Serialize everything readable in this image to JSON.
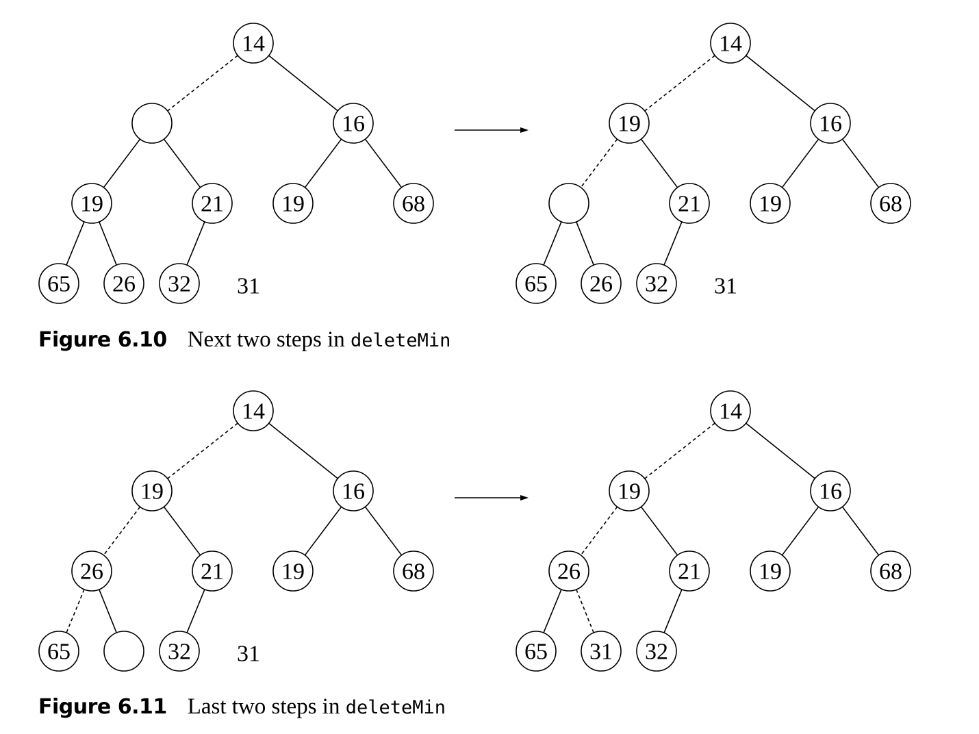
{
  "figures": [
    {
      "caption_number": "Figure 6.10",
      "caption_text": "Next two steps in ",
      "caption_code": "deleteMin",
      "panels": [
        {
          "nodes": [
            {
              "id": "root",
              "label": "14"
            },
            {
              "id": "l",
              "label": ""
            },
            {
              "id": "r",
              "label": "16"
            },
            {
              "id": "ll",
              "label": "19"
            },
            {
              "id": "lr",
              "label": "21"
            },
            {
              "id": "rl",
              "label": "19"
            },
            {
              "id": "rr",
              "label": "68"
            },
            {
              "id": "lll",
              "label": "65"
            },
            {
              "id": "llr",
              "label": "26"
            },
            {
              "id": "lrl",
              "label": "32"
            }
          ],
          "edges": [
            {
              "from": "root",
              "to": "l",
              "style": "dashed"
            },
            {
              "from": "root",
              "to": "r",
              "style": "solid"
            },
            {
              "from": "l",
              "to": "ll",
              "style": "solid"
            },
            {
              "from": "l",
              "to": "lr",
              "style": "solid"
            },
            {
              "from": "r",
              "to": "rl",
              "style": "solid"
            },
            {
              "from": "r",
              "to": "rr",
              "style": "solid"
            },
            {
              "from": "ll",
              "to": "lll",
              "style": "solid"
            },
            {
              "from": "ll",
              "to": "llr",
              "style": "solid"
            },
            {
              "from": "lr",
              "to": "lrl",
              "style": "solid"
            }
          ],
          "pending_value": "31"
        },
        {
          "nodes": [
            {
              "id": "root",
              "label": "14"
            },
            {
              "id": "l",
              "label": "19"
            },
            {
              "id": "r",
              "label": "16"
            },
            {
              "id": "ll",
              "label": ""
            },
            {
              "id": "lr",
              "label": "21"
            },
            {
              "id": "rl",
              "label": "19"
            },
            {
              "id": "rr",
              "label": "68"
            },
            {
              "id": "lll",
              "label": "65"
            },
            {
              "id": "llr",
              "label": "26"
            },
            {
              "id": "lrl",
              "label": "32"
            }
          ],
          "edges": [
            {
              "from": "root",
              "to": "l",
              "style": "dashed"
            },
            {
              "from": "root",
              "to": "r",
              "style": "solid"
            },
            {
              "from": "l",
              "to": "ll",
              "style": "dashed"
            },
            {
              "from": "l",
              "to": "lr",
              "style": "solid"
            },
            {
              "from": "r",
              "to": "rl",
              "style": "solid"
            },
            {
              "from": "r",
              "to": "rr",
              "style": "solid"
            },
            {
              "from": "ll",
              "to": "lll",
              "style": "solid"
            },
            {
              "from": "ll",
              "to": "llr",
              "style": "solid"
            },
            {
              "from": "lr",
              "to": "lrl",
              "style": "solid"
            }
          ],
          "pending_value": "31"
        }
      ]
    },
    {
      "caption_number": "Figure 6.11",
      "caption_text": "Last two steps in ",
      "caption_code": "deleteMin",
      "panels": [
        {
          "nodes": [
            {
              "id": "root",
              "label": "14"
            },
            {
              "id": "l",
              "label": "19"
            },
            {
              "id": "r",
              "label": "16"
            },
            {
              "id": "ll",
              "label": "26"
            },
            {
              "id": "lr",
              "label": "21"
            },
            {
              "id": "rl",
              "label": "19"
            },
            {
              "id": "rr",
              "label": "68"
            },
            {
              "id": "lll",
              "label": "65"
            },
            {
              "id": "llr",
              "label": ""
            },
            {
              "id": "lrl",
              "label": "32"
            }
          ],
          "edges": [
            {
              "from": "root",
              "to": "l",
              "style": "dashed"
            },
            {
              "from": "root",
              "to": "r",
              "style": "solid"
            },
            {
              "from": "l",
              "to": "ll",
              "style": "dashed"
            },
            {
              "from": "l",
              "to": "lr",
              "style": "solid"
            },
            {
              "from": "r",
              "to": "rl",
              "style": "solid"
            },
            {
              "from": "r",
              "to": "rr",
              "style": "solid"
            },
            {
              "from": "ll",
              "to": "lll",
              "style": "dashed"
            },
            {
              "from": "ll",
              "to": "llr",
              "style": "solid"
            },
            {
              "from": "lr",
              "to": "lrl",
              "style": "solid"
            }
          ],
          "pending_value": "31"
        },
        {
          "nodes": [
            {
              "id": "root",
              "label": "14"
            },
            {
              "id": "l",
              "label": "19"
            },
            {
              "id": "r",
              "label": "16"
            },
            {
              "id": "ll",
              "label": "26"
            },
            {
              "id": "lr",
              "label": "21"
            },
            {
              "id": "rl",
              "label": "19"
            },
            {
              "id": "rr",
              "label": "68"
            },
            {
              "id": "lll",
              "label": "65"
            },
            {
              "id": "llr",
              "label": "31"
            },
            {
              "id": "lrl",
              "label": "32"
            }
          ],
          "edges": [
            {
              "from": "root",
              "to": "l",
              "style": "dashed"
            },
            {
              "from": "root",
              "to": "r",
              "style": "solid"
            },
            {
              "from": "l",
              "to": "ll",
              "style": "dashed"
            },
            {
              "from": "l",
              "to": "lr",
              "style": "solid"
            },
            {
              "from": "r",
              "to": "rl",
              "style": "solid"
            },
            {
              "from": "r",
              "to": "rr",
              "style": "solid"
            },
            {
              "from": "ll",
              "to": "lll",
              "style": "solid"
            },
            {
              "from": "ll",
              "to": "llr",
              "style": "dashed"
            },
            {
              "from": "lr",
              "to": "lrl",
              "style": "solid"
            }
          ],
          "pending_value": ""
        }
      ]
    }
  ]
}
